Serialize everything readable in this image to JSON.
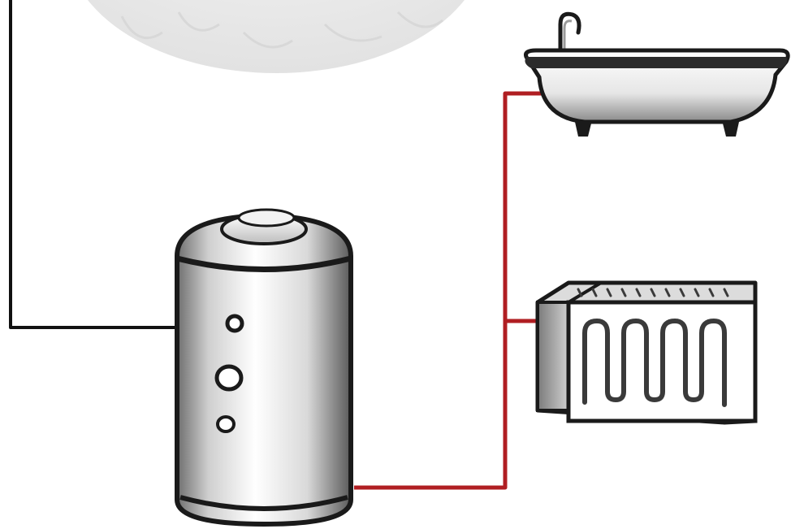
{
  "diagram": {
    "components": [
      {
        "id": "source",
        "icon": "sun-disc-icon"
      },
      {
        "id": "storage-tank",
        "icon": "water-tank-icon"
      },
      {
        "id": "bathtub",
        "icon": "bathtub-icon"
      },
      {
        "id": "radiator",
        "icon": "radiator-icon"
      }
    ],
    "connections": [
      {
        "from": "source",
        "to": "storage-tank",
        "kind": "cold-line"
      },
      {
        "from": "storage-tank",
        "to": "bathtub",
        "kind": "hot-line"
      },
      {
        "from": "storage-tank",
        "to": "radiator",
        "kind": "hot-line"
      }
    ],
    "colors": {
      "cold_line": "#111111",
      "hot_line": "#b01e22",
      "outline": "#1a1a1a",
      "source_fill": "#ececec"
    }
  }
}
